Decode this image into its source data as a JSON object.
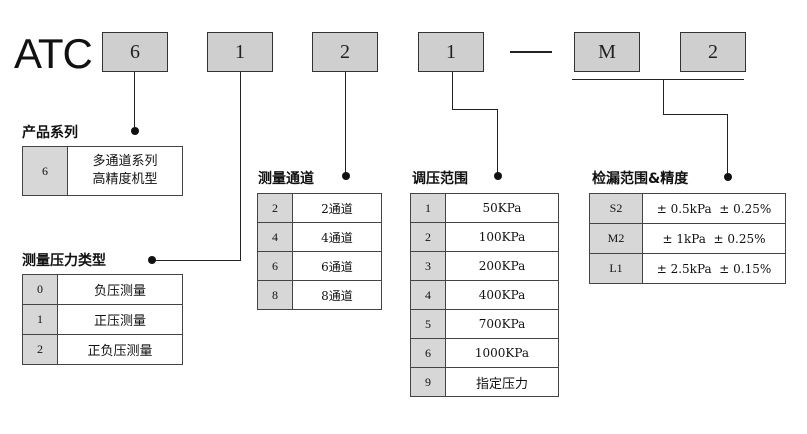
{
  "brand": "ATC",
  "code": {
    "separator": "—",
    "boxes": [
      "6",
      "1",
      "2",
      "1",
      "M",
      "2"
    ]
  },
  "series": {
    "title": "产品系列",
    "rows": [
      {
        "code": "6",
        "desc": "多通道系列\n高精度机型"
      }
    ]
  },
  "pressure_type": {
    "title": "测量压力类型",
    "rows": [
      {
        "code": "0",
        "desc": "负压测量"
      },
      {
        "code": "1",
        "desc": "正压测量"
      },
      {
        "code": "2",
        "desc": "正负压测量"
      }
    ]
  },
  "channels": {
    "title": "测量通道",
    "rows": [
      {
        "code": "2",
        "desc": "2通道"
      },
      {
        "code": "4",
        "desc": "4通道"
      },
      {
        "code": "6",
        "desc": "6通道"
      },
      {
        "code": "8",
        "desc": "8通道"
      }
    ]
  },
  "regulation": {
    "title": "调压范围",
    "rows": [
      {
        "code": "1",
        "desc": "50KPa"
      },
      {
        "code": "2",
        "desc": "100KPa"
      },
      {
        "code": "3",
        "desc": "200KPa"
      },
      {
        "code": "4",
        "desc": "400KPa"
      },
      {
        "code": "5",
        "desc": "700KPa"
      },
      {
        "code": "6",
        "desc": "1000KPa"
      },
      {
        "code": "9",
        "desc": "指定压力"
      }
    ]
  },
  "leak_range": {
    "title": "检漏范围&精度",
    "rows": [
      {
        "code": "S2",
        "desc": "± 0.5kPa  ± 0.25%"
      },
      {
        "code": "M2",
        "desc": "± 1kPa  ± 0.25%"
      },
      {
        "code": "L1",
        "desc": "± 2.5kPa  ± 0.15%"
      }
    ]
  }
}
